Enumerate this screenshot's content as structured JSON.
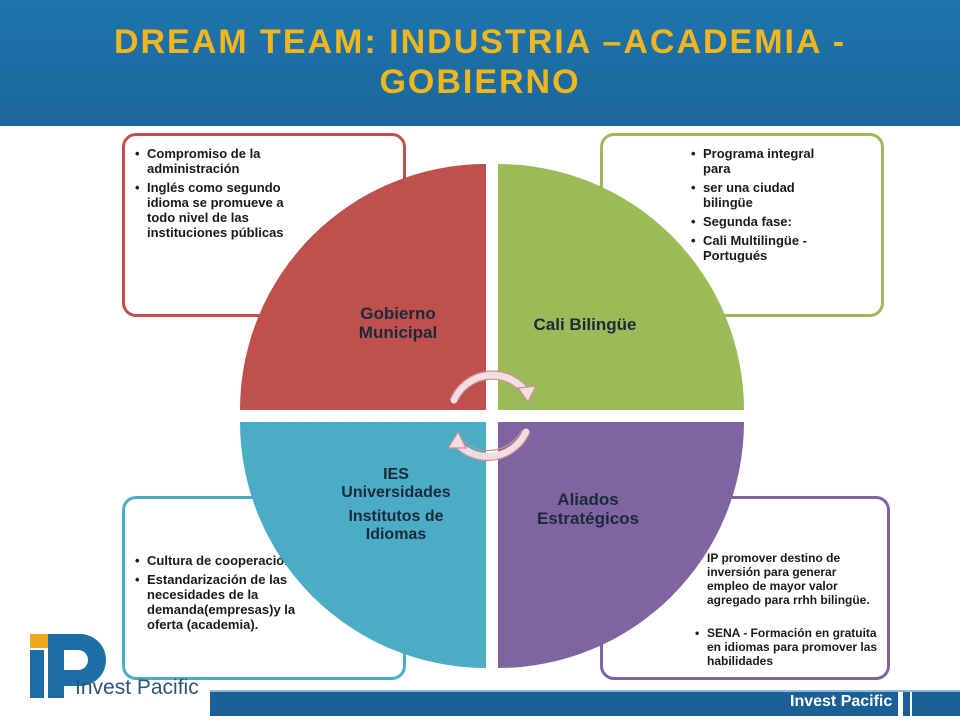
{
  "header": {
    "title_line1": "DREAM TEAM: INDUSTRIA –ACADEMIA -",
    "title_line2": "GOBIERNO"
  },
  "quadrants": {
    "gobierno": {
      "label_line1": "Gobierno",
      "label_line2": "Municipal"
    },
    "cali": {
      "label": "Cali Bilingüe"
    },
    "ies": {
      "label_line1": "IES",
      "label_line2": "Universidades",
      "label_line3": "Institutos de",
      "label_line4": "Idiomas"
    },
    "aliados": {
      "label_line1": "Aliados",
      "label_line2": "Estratégicos"
    }
  },
  "boxes": {
    "gobierno": [
      "Compromiso de la administración",
      "Inglés como segundo idioma  se promueve a todo nivel de las instituciones públicas"
    ],
    "cali": [
      "Programa integral para",
      "ser una ciudad bilingüe",
      "Segunda fase:",
      "Cali Multilingüe - Portugués"
    ],
    "ies": [
      "Cultura de cooperación",
      "Estandarización de las necesidades de la demanda(empresas)y la oferta (academia)."
    ],
    "aliados_first": "IP promover destino de inversión para generar empleo de mayor valor agregado para rrhh bilingüe.",
    "aliados_second": "SENA  - Formación en gratuita en idiomas para promover las habilidades"
  },
  "colors": {
    "red": "#c0504d",
    "green": "#9bbb59",
    "blue": "#4bacc6",
    "purple": "#8064a2",
    "title": "#f2b61d",
    "header": "#1d6fa6"
  },
  "logo": {
    "text": "Invest Pacific"
  },
  "footer": {
    "text": "Invest Pacific"
  }
}
